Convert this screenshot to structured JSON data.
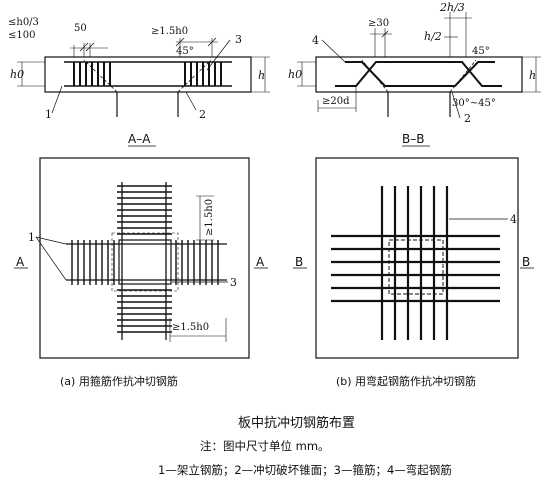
{
  "top_left": {
    "dim_a_line1": "≤h0/3",
    "dim_a_line2": "≤100",
    "dim_b": "50",
    "dim_c": "≥1.5h0",
    "angle": "45°",
    "h0": "h0",
    "h": "h",
    "callout_1": "1",
    "callout_2": "2",
    "callout_3": "3",
    "section": "A–A"
  },
  "top_right": {
    "dim_a": "≥30",
    "dim_b": "2h/3",
    "dim_c": "h/2",
    "angle": "45°",
    "angle_range": "30°~45°",
    "anchor": "≥20d",
    "h0": "h0",
    "h": "h",
    "callout_4": "4",
    "callout_2": "2",
    "section": "B–B"
  },
  "plan_left": {
    "marker_left": "A",
    "marker_right": "A",
    "dim_vertical": "≥1.5h0",
    "dim_horizontal": "≥1.5h0",
    "callout_1": "1",
    "callout_3": "3"
  },
  "plan_right": {
    "marker_left": "B",
    "marker_right": "B",
    "callout_4": "4"
  },
  "captions": {
    "left": "(a) 用箍筋作抗冲切钢筋",
    "right": "(b) 用弯起钢筋作抗冲切钢筋"
  },
  "title": "板中抗冲切钢筋布置",
  "note": "注：图中尺寸单位 mm。",
  "legend": "1—架立钢筋；2—冲切破坏锥面；3—箍筋；4—弯起钢筋"
}
